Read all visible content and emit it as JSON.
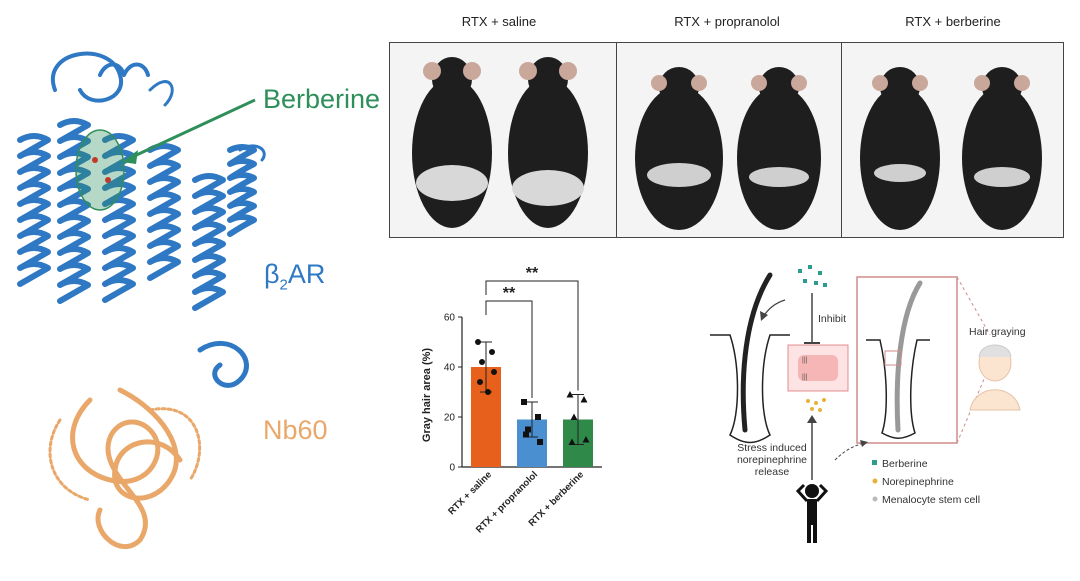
{
  "structure_labels": {
    "ligand": "Berberine",
    "receptor_main": "β",
    "receptor_sub": "2",
    "receptor_tail": "AR",
    "nanobody": "Nb60"
  },
  "photo_panels": [
    {
      "label": "RTX + saline"
    },
    {
      "label": "RTX + propranolol"
    },
    {
      "label": "RTX + berberine"
    }
  ],
  "colors": {
    "receptor": "#2f78c4",
    "nanobody": "#e9a86a",
    "ligand": "#2f8f5b",
    "saline_bar": "#e8611c",
    "propranolol_bar": "#4a90d0",
    "berberine_bar": "#2f8a4a"
  },
  "chart_data": {
    "type": "bar",
    "ylabel": "Gray hair area (%)",
    "ylim": [
      0,
      60
    ],
    "yticks": [
      "0",
      "20",
      "40",
      "60"
    ],
    "categories": [
      "RTX + saline",
      "RTX + propranolol",
      "RTX + berberine"
    ],
    "values": [
      40,
      19,
      19
    ],
    "errors": [
      10,
      7,
      10
    ],
    "points": [
      [
        50,
        46,
        42,
        38,
        34,
        30
      ],
      [
        26,
        20,
        15,
        10,
        13
      ],
      [
        29,
        27,
        20,
        11,
        10
      ]
    ],
    "significance": [
      {
        "from": 0,
        "to": 1,
        "label": "**"
      },
      {
        "from": 0,
        "to": 2,
        "label": "**"
      }
    ]
  },
  "schematic": {
    "inhibit": "Inhibit",
    "hair_graying": "Hair graying",
    "stress_lines": [
      "Stress induced",
      "norepinephrine",
      "release"
    ],
    "legend": [
      {
        "label": "Berberine",
        "color": "#2a9d8f"
      },
      {
        "label": "Norepinephrine",
        "color": "#e8b23a"
      },
      {
        "label": "Menalocyte stem cell",
        "color": "#bbbbbb"
      }
    ]
  }
}
